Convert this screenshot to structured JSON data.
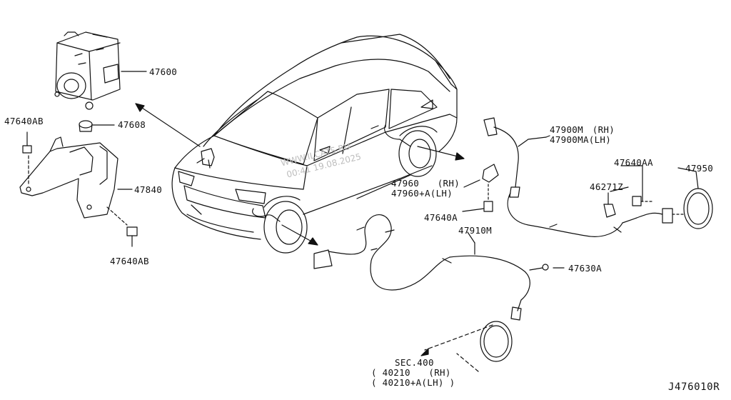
{
  "diagram": {
    "parts": {
      "abs_actuator": "47600",
      "bushing": "47608",
      "bolt_bracket_top": "47640AB",
      "bolt_bracket_bottom": "47640AB",
      "bracket": "47840",
      "front_sensor_rh": "47910M",
      "rear_sensor_rh": "47900M　(RH)",
      "rear_sensor_lh": "47900MA(LH)",
      "bolt_rear_sensor": "47640AA",
      "rear_rotor": "47950",
      "clip": "46271Z",
      "front_bracket_rh": "47960　　(RH)",
      "front_bracket_lh": "47960+A(LH)",
      "bolt_front_sensor": "47640A",
      "bolt_front_sensor_2": "47630A",
      "sec_ref": "SEC.400",
      "hub_rh": "40210　　(RH)",
      "hub_lh": "40210+A(LH)"
    },
    "watermark_line1": "WWW.ILCATS.RU",
    "watermark_line2": "00:41 19.08.2025",
    "figure_id": "J476010R"
  }
}
